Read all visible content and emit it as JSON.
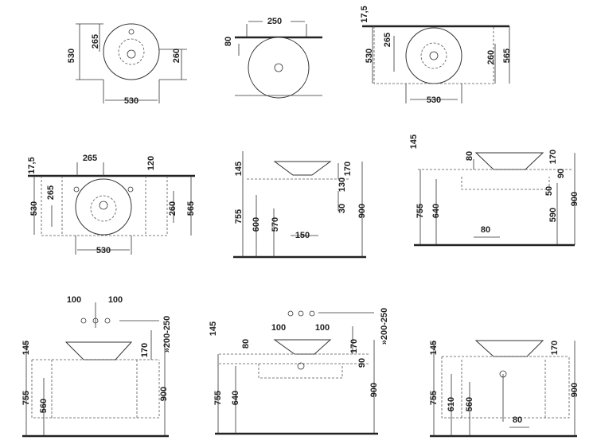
{
  "title": "Washbasin installation dimension drawings",
  "panels": [
    {
      "name": "top-view-round-1",
      "labels": [
        "265",
        "530",
        "260",
        "530"
      ]
    },
    {
      "name": "top-view-round-2",
      "labels": [
        "250",
        "80"
      ]
    },
    {
      "name": "top-view-round-3",
      "labels": [
        "17,5",
        "265",
        "530",
        "260",
        "565",
        "530"
      ]
    },
    {
      "name": "top-view-round-4",
      "labels": [
        "17,5",
        "265",
        "120",
        "265",
        "530",
        "260",
        "565",
        "530"
      ]
    },
    {
      "name": "side-view-1",
      "labels": [
        "145",
        "170",
        "130",
        "30",
        "755",
        "600",
        "570",
        "150",
        "900"
      ]
    },
    {
      "name": "side-view-2",
      "labels": [
        "145",
        "80",
        "170",
        "90",
        "50",
        "755",
        "640",
        "590",
        "80",
        "900"
      ]
    },
    {
      "name": "side-view-3",
      "labels": [
        "100",
        "100",
        "»200-250",
        "145",
        "170",
        "755",
        "560",
        "900"
      ]
    },
    {
      "name": "side-view-4",
      "labels": [
        "145",
        "100",
        "100",
        "»200-250",
        "80",
        "170",
        "90",
        "755",
        "640",
        "900"
      ]
    },
    {
      "name": "side-view-5",
      "labels": [
        "145",
        "170",
        "755",
        "610",
        "560",
        "80",
        "900"
      ]
    }
  ]
}
